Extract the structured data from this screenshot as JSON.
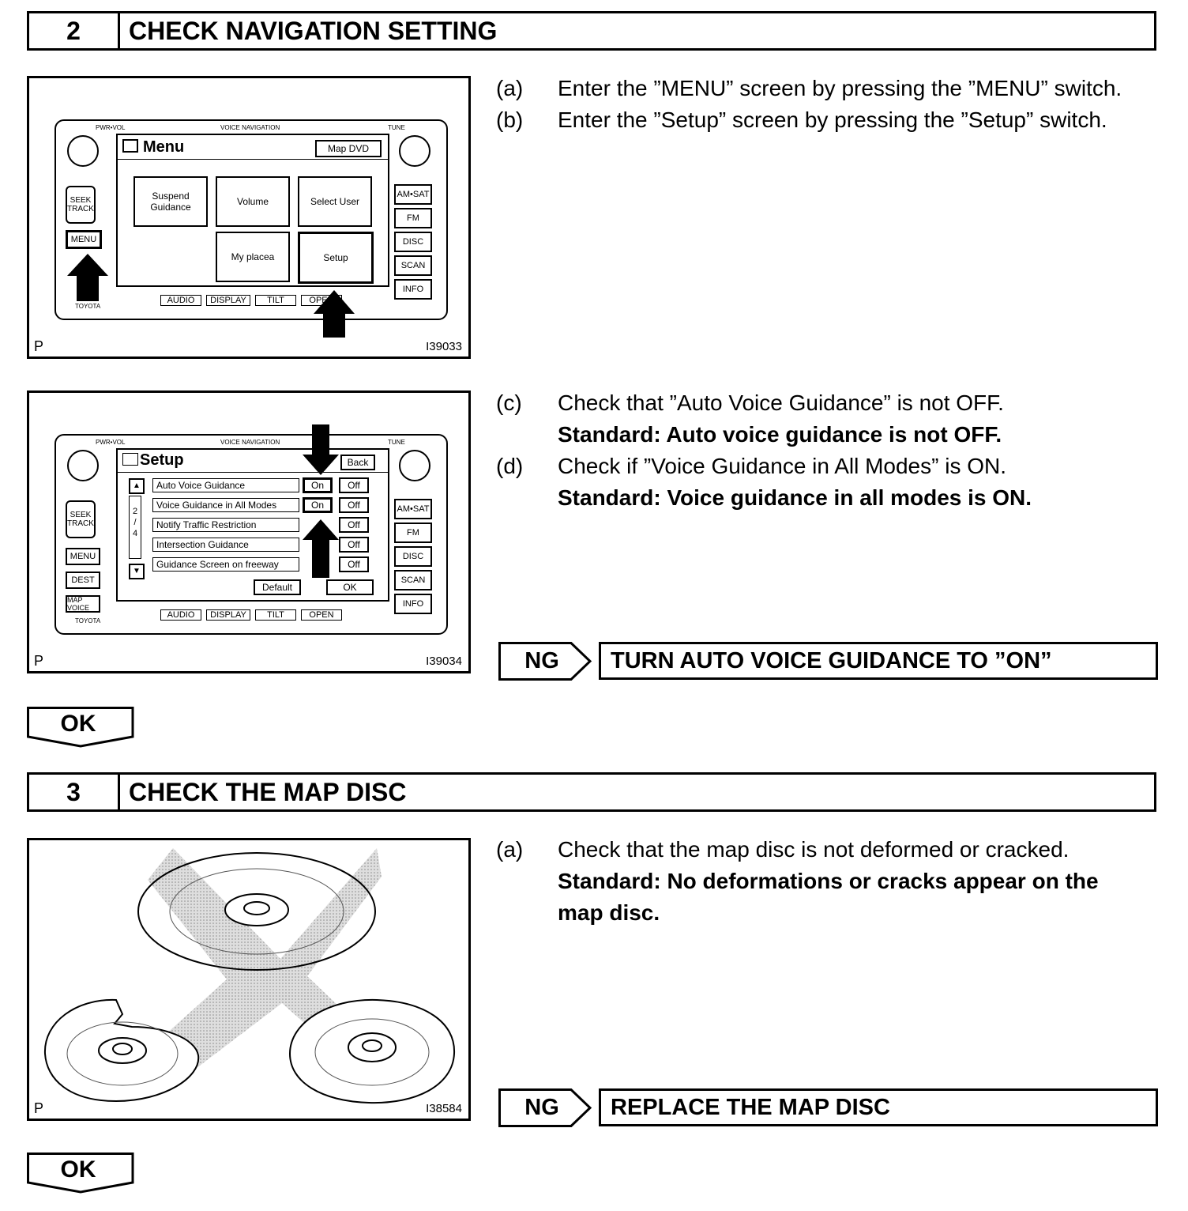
{
  "section2": {
    "number": "2",
    "title": "CHECK NAVIGATION SETTING",
    "figure1": {
      "p_label": "P",
      "code": "I39033",
      "unit": {
        "pwr_vol": "PWR•VOL",
        "voice_nav": "VOICE NAVIGATION",
        "tune": "TUNE",
        "screen_title": "Menu",
        "map_dvd": "Map DVD",
        "buttons": [
          "Suspend Guidance",
          "Volume",
          "Select User",
          "My placea",
          "Setup"
        ],
        "left": [
          "SEEK TRACK",
          "MENU"
        ],
        "right": [
          "AM•SAT",
          "FM",
          "DISC",
          "SCAN",
          "INFO"
        ],
        "bottom": [
          "AUDIO",
          "DISPLAY",
          "TILT",
          "OPEN"
        ],
        "brand": "TOYOTA"
      }
    },
    "steps_ab": [
      {
        "label": "(a)",
        "text": "Enter the ”MENU” screen by pressing the ”MENU” switch."
      },
      {
        "label": "(b)",
        "text": "Enter the ”Setup” screen by pressing the ”Setup” switch."
      }
    ],
    "figure2": {
      "p_label": "P",
      "code": "I39034",
      "unit": {
        "pwr_vol": "PWR•VOL",
        "voice_nav": "VOICE NAVIGATION",
        "tune": "TUNE",
        "screen_title": "Setup",
        "back": "Back",
        "rows": [
          {
            "label": "Auto Voice Guidance",
            "on": "On",
            "off": "Off"
          },
          {
            "label": "Voice Guidance in All Modes",
            "on": "On",
            "off": "Off"
          },
          {
            "label": "Notify Traffic Restriction",
            "on": "",
            "off": "Off"
          },
          {
            "label": "Intersection Guidance",
            "on": "",
            "off": "Off"
          },
          {
            "label": "Guidance Screen on freeway",
            "on": "",
            "off": "Off"
          }
        ],
        "page_indicator": [
          "2",
          "/",
          "4"
        ],
        "default": "Default",
        "ok": "OK",
        "left": [
          "SEEK TRACK",
          "MENU",
          "DEST",
          "MAP VOICE"
        ],
        "right": [
          "AM•SAT",
          "FM",
          "DISC",
          "SCAN",
          "INFO"
        ],
        "bottom": [
          "AUDIO",
          "DISPLAY",
          "TILT",
          "OPEN"
        ],
        "brand": "TOYOTA"
      }
    },
    "step_c": {
      "label": "(c)",
      "text": "Check that ”Auto Voice Guidance” is not OFF.",
      "standard": "Standard: Auto voice guidance is not OFF."
    },
    "step_d": {
      "label": "(d)",
      "text": "Check if ”Voice Guidance in All Modes” is ON.",
      "standard": "Standard: Voice guidance in all modes is ON."
    },
    "ng_label": "NG",
    "ng_result": "TURN AUTO VOICE GUIDANCE TO ”ON”",
    "ok_label": "OK"
  },
  "section3": {
    "number": "3",
    "title": "CHECK THE MAP DISC",
    "figure": {
      "p_label": "P",
      "code": "I38584"
    },
    "step_a": {
      "label": "(a)",
      "text": "Check that the map disc is not deformed or cracked.",
      "standard_1": "Standard: No deformations or cracks appear on the",
      "standard_2": "map disc."
    },
    "ng_label": "NG",
    "ng_result": "REPLACE THE MAP DISC",
    "ok_label": "OK"
  }
}
